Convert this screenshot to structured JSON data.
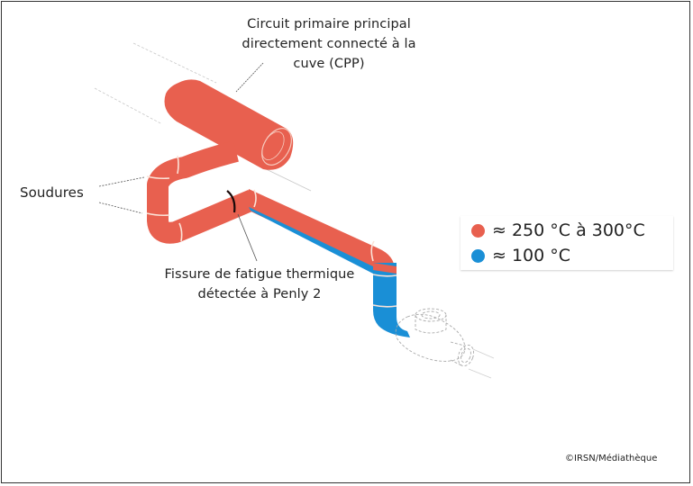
{
  "diagram": {
    "labels": {
      "cpp_line1": "Circuit primaire principal",
      "cpp_line2": "directement connecté à la",
      "cpp_line3": "cuve (CPP)",
      "soudures": "Soudures",
      "fissure_line1": "Fissure de fatigue thermique",
      "fissure_line2": "détectée à Penly 2"
    },
    "legend": {
      "items": [
        {
          "label": "≈ 250 °C à 300°C",
          "color": "#e8604f"
        },
        {
          "label": "≈ 100 °C",
          "color": "#1a8fd6"
        }
      ]
    },
    "colors": {
      "hot_pipe": "#e8604f",
      "cold_pipe": "#1a8fd6",
      "weld_line": "#fbe3d8",
      "crack": "#1a0a0a",
      "leader_line": "#555555",
      "outline": "#999999"
    },
    "credit": "©IRSN/Médiathèque"
  }
}
